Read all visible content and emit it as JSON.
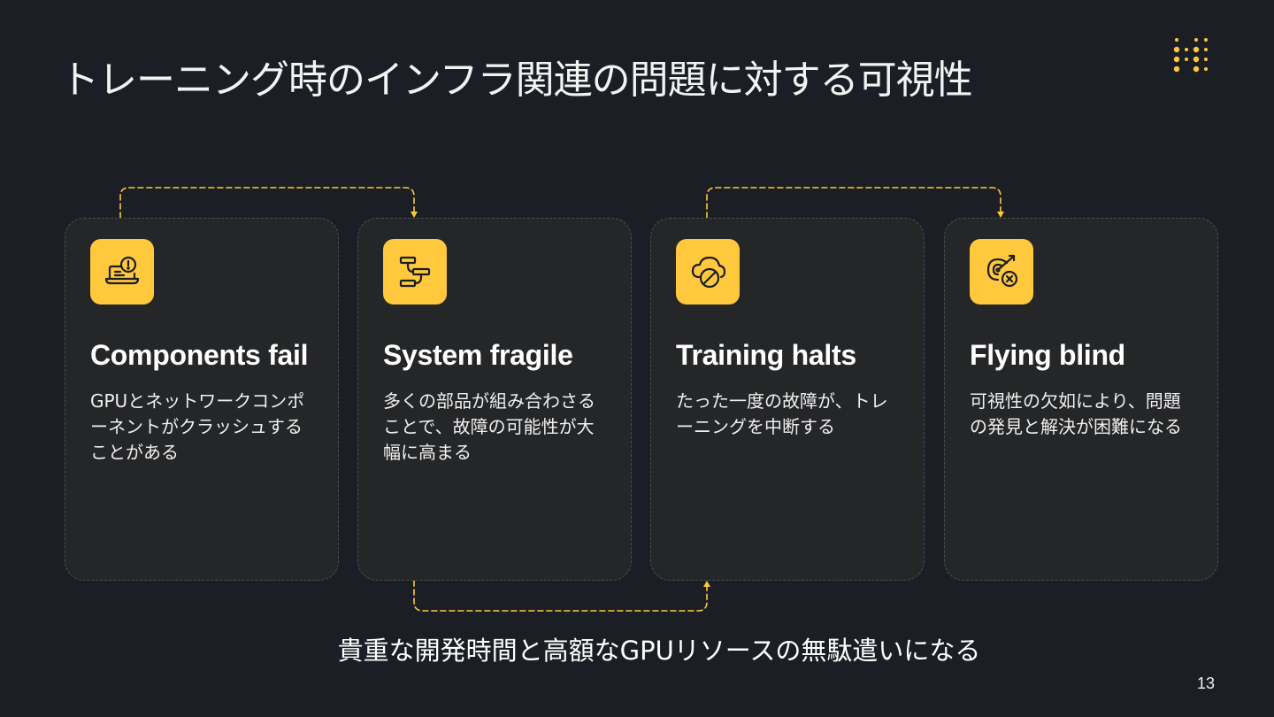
{
  "slide": {
    "title": "トレーニング時のインフラ関連の問題に対する可視性",
    "summary": "貴重な開発時間と高額なGPUリソースの無駄遣いになる",
    "page_number": "13"
  },
  "colors": {
    "background": "#1b1e24",
    "card_background": "#252628",
    "accent": "#ffc83d",
    "card_border": "#4a4d52"
  },
  "cards": [
    {
      "icon": "laptop-alert-icon",
      "title": "Components fail",
      "description": "GPUとネットワークコンポーネントがクラッシュすることがある"
    },
    {
      "icon": "flowchart-icon",
      "title": "System fragile",
      "description": "多くの部品が組み合わさることで、故障の可能性が大幅に高まる"
    },
    {
      "icon": "cloud-blocked-icon",
      "title": "Training halts",
      "description": "たった一度の故障が、トレーニングを中断する"
    },
    {
      "icon": "target-miss-icon",
      "title": "Flying blind",
      "description": "可視性の欠如により、問題の発見と解決が困難になる"
    }
  ]
}
